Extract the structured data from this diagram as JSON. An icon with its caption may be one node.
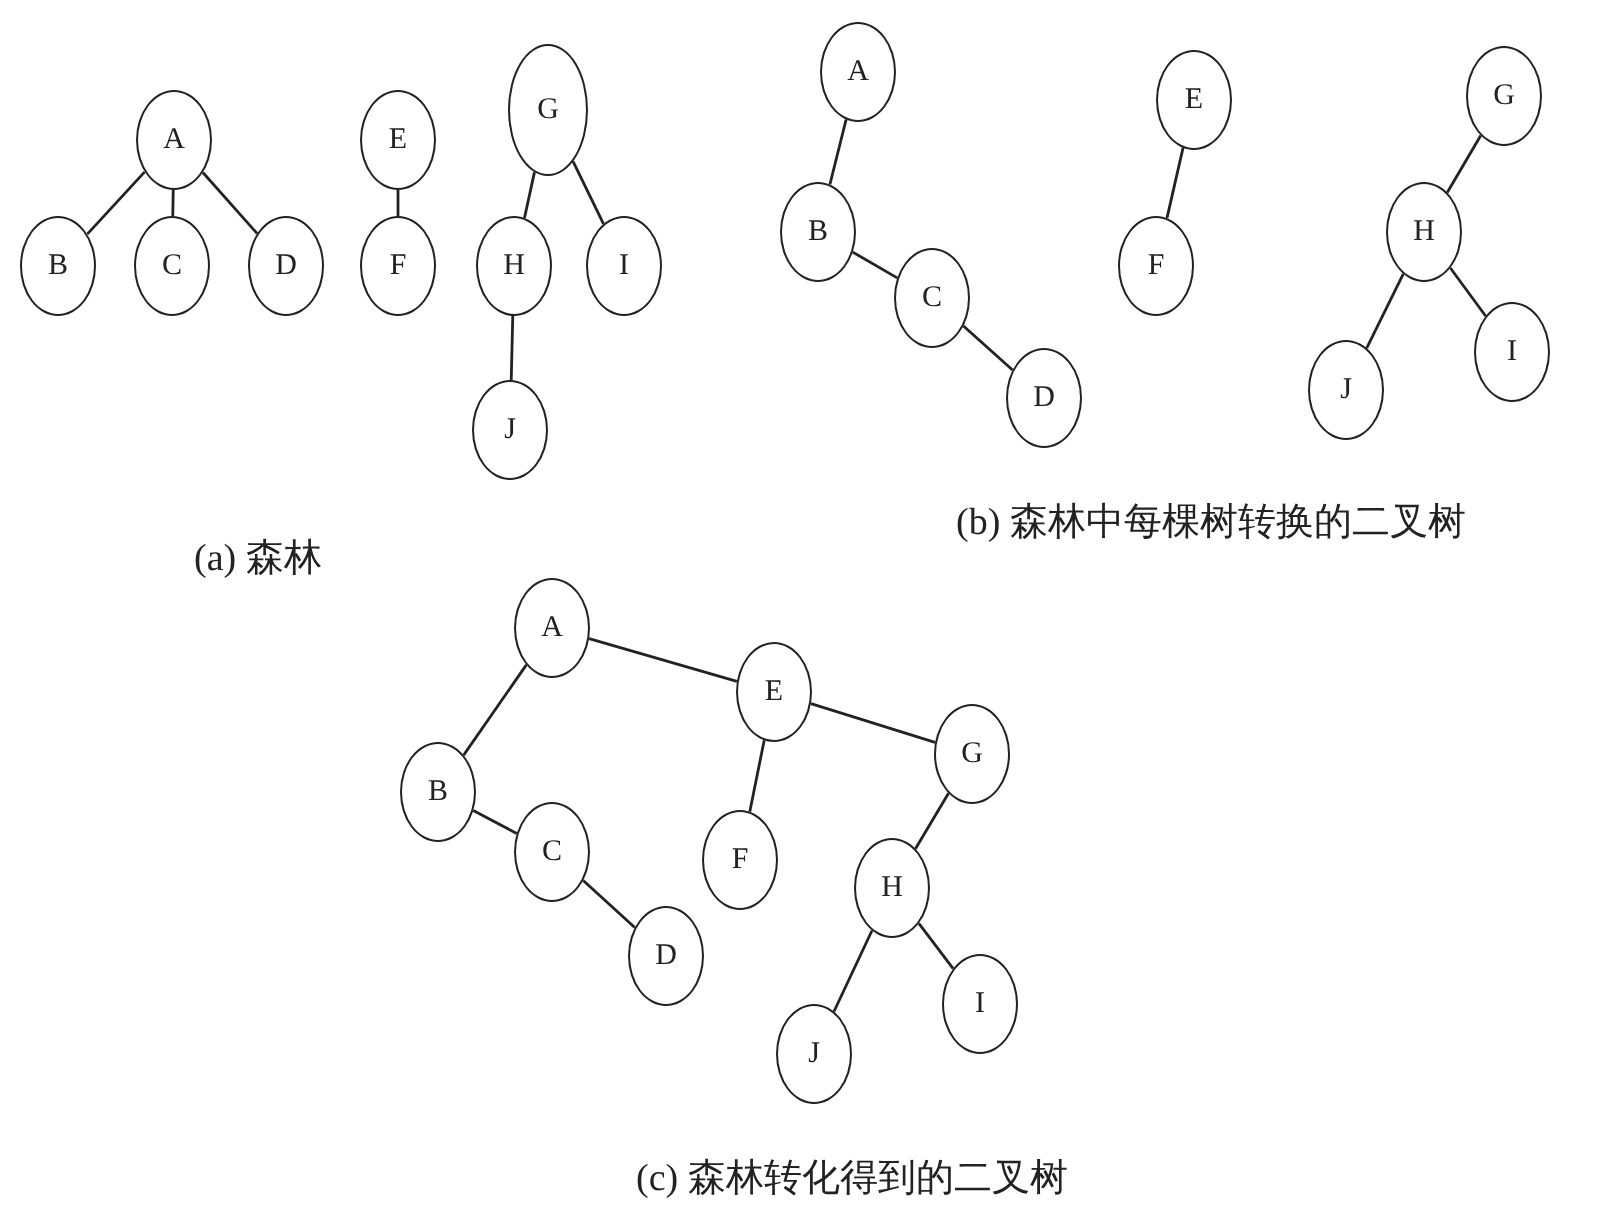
{
  "diagram": {
    "nodes": [
      {
        "text": [
          "A"
        ]
      },
      {
        "text": [
          "B"
        ]
      },
      {
        "text": [
          "C"
        ]
      },
      {
        "text": [
          "D"
        ]
      },
      {
        "text": [
          "E"
        ]
      },
      {
        "text": [
          "F"
        ]
      },
      {
        "text": [
          "G"
        ]
      },
      {
        "text": [
          "H"
        ]
      },
      {
        "text": [
          "I"
        ]
      },
      {
        "text": [
          "J"
        ]
      },
      {
        "text": [
          "A"
        ]
      },
      {
        "text": [
          "B"
        ]
      },
      {
        "text": [
          "C"
        ]
      },
      {
        "text": [
          "D"
        ]
      },
      {
        "text": [
          "E"
        ]
      },
      {
        "text": [
          "F"
        ]
      },
      {
        "text": [
          "G"
        ]
      },
      {
        "text": [
          "H"
        ]
      },
      {
        "text": [
          "I"
        ]
      },
      {
        "text": [
          "J"
        ]
      },
      {
        "text": [
          "A"
        ]
      },
      {
        "text": [
          "B"
        ]
      },
      {
        "text": [
          "C"
        ]
      },
      {
        "text": [
          "D"
        ]
      },
      {
        "text": [
          "E"
        ]
      },
      {
        "text": [
          "F"
        ]
      },
      {
        "text": [
          "G"
        ]
      },
      {
        "text": [
          "H"
        ]
      },
      {
        "text": [
          "I"
        ]
      },
      {
        "text": [
          "J"
        ]
      }
    ],
    "edges": [
      {
        "from": 0,
        "to": 1,
        "arrow": "none"
      },
      {
        "from": 0,
        "to": 2,
        "arrow": "none"
      },
      {
        "from": 0,
        "to": 3,
        "arrow": "none"
      },
      {
        "from": 4,
        "to": 5,
        "arrow": "none"
      },
      {
        "from": 6,
        "to": 7,
        "arrow": "none"
      },
      {
        "from": 6,
        "to": 8,
        "arrow": "none"
      },
      {
        "from": 7,
        "to": 9,
        "arrow": "none"
      },
      {
        "from": 10,
        "to": 11,
        "arrow": "none"
      },
      {
        "from": 11,
        "to": 12,
        "arrow": "none"
      },
      {
        "from": 12,
        "to": 13,
        "arrow": "none"
      },
      {
        "from": 14,
        "to": 15,
        "arrow": "none"
      },
      {
        "from": 16,
        "to": 17,
        "arrow": "none"
      },
      {
        "from": 17,
        "to": 19,
        "arrow": "none"
      },
      {
        "from": 17,
        "to": 18,
        "arrow": "none"
      },
      {
        "from": 20,
        "to": 21,
        "arrow": "none"
      },
      {
        "from": 20,
        "to": 24,
        "arrow": "none"
      },
      {
        "from": 21,
        "to": 22,
        "arrow": "none"
      },
      {
        "from": 22,
        "to": 23,
        "arrow": "none"
      },
      {
        "from": 24,
        "to": 25,
        "arrow": "none"
      },
      {
        "from": 24,
        "to": 26,
        "arrow": "none"
      },
      {
        "from": 26,
        "to": 27,
        "arrow": "none"
      },
      {
        "from": 27,
        "to": 29,
        "arrow": "none"
      },
      {
        "from": 27,
        "to": 28,
        "arrow": "none"
      }
    ],
    "labels": [
      "(a) 森林",
      "(b) 森林中每棵树转换的二叉树",
      "(c) 森林转化得到的二叉树"
    ]
  }
}
